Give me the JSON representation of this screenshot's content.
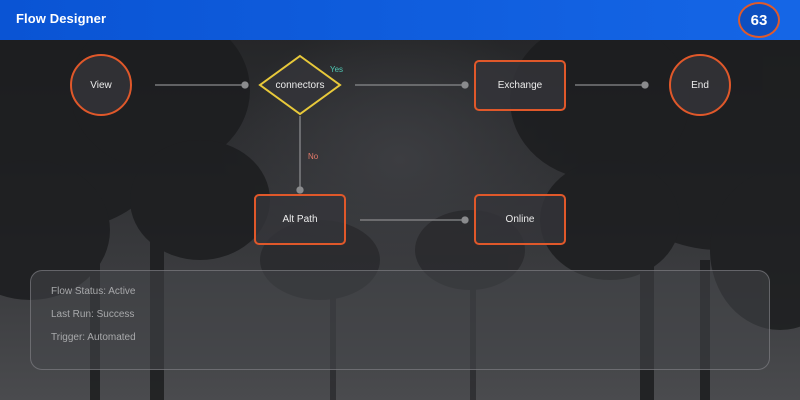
{
  "app": {
    "title": "Flow Designer",
    "badge_count": "63"
  },
  "flow": {
    "nodes": {
      "view": "View",
      "decision": "connectors",
      "exchange": "Exchange",
      "end": "End",
      "alt_path": "Alt Path",
      "online": "Online"
    },
    "edge_labels": {
      "yes": "Yes",
      "no": "No"
    }
  },
  "status": {
    "flow_status": "Flow Status: Active",
    "last_run": "Last Run: Success",
    "trigger": "Trigger: Automated"
  },
  "colors": {
    "header": "#1566e6",
    "node_border": "#e0582a",
    "decision_border": "#e8c93a",
    "yes_label": "#4fc9b5",
    "no_label": "#e57a6a"
  }
}
